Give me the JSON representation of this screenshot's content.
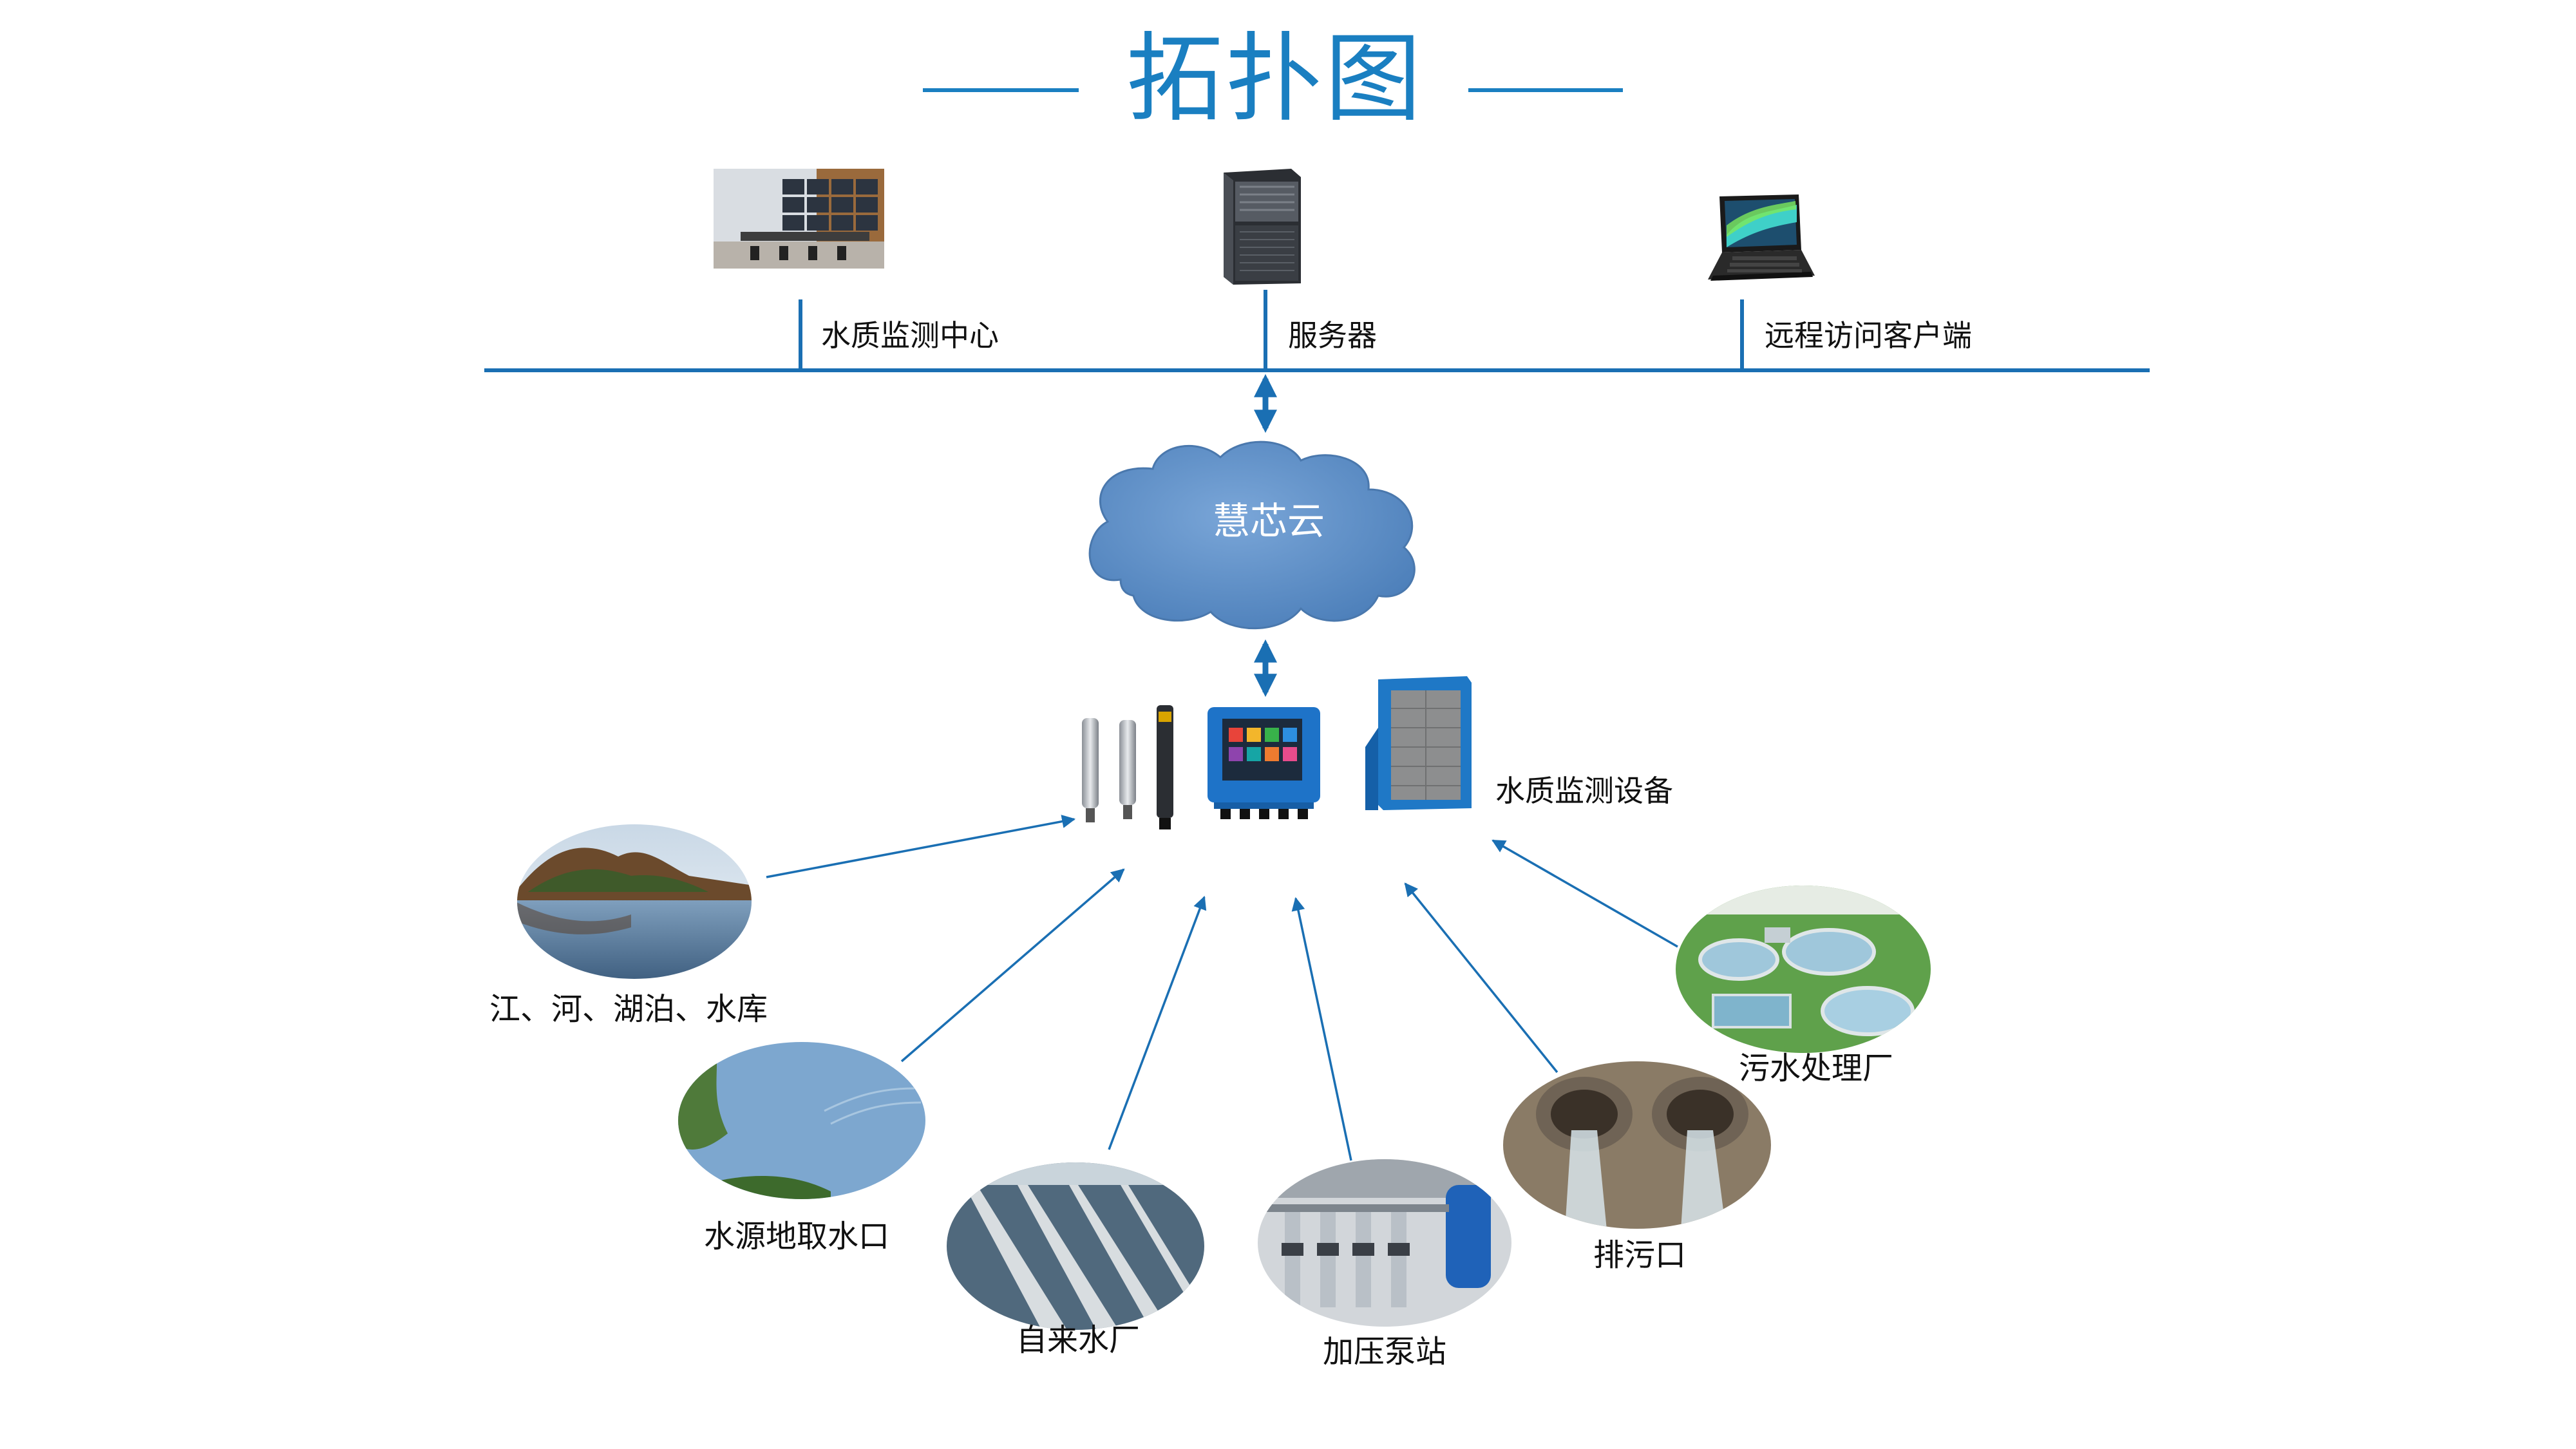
{
  "title": "拓扑图",
  "colors": {
    "accent": "#1a7fc1",
    "line": "#1a6fb3",
    "cloud_fill": "#5b8ec7",
    "device_blue": "#1e73c8"
  },
  "top_nodes": [
    {
      "label": "水质监测中心",
      "icon": "monitor-center-icon"
    },
    {
      "label": "服务器",
      "icon": "server-tower-icon"
    },
    {
      "label": "远程访问客户端",
      "icon": "laptop-icon"
    }
  ],
  "cloud": {
    "label": "慧芯云",
    "icon": "cloud-icon"
  },
  "device_group": {
    "label": "水质监测设备",
    "icons": [
      "sensor-probe-icon",
      "controller-icon",
      "monitoring-cabinet-icon"
    ]
  },
  "sources": [
    {
      "label": "江、河、湖泊、水库",
      "icon": "lake-photo-icon"
    },
    {
      "label": "水源地取水口",
      "icon": "reservoir-photo-icon"
    },
    {
      "label": "自来水厂",
      "icon": "waterworks-photo-icon"
    },
    {
      "label": "加压泵站",
      "icon": "pump-station-photo-icon"
    },
    {
      "label": "排污口",
      "icon": "outfall-photo-icon"
    },
    {
      "label": "污水处理厂",
      "icon": "sewage-plant-photo-icon"
    }
  ]
}
